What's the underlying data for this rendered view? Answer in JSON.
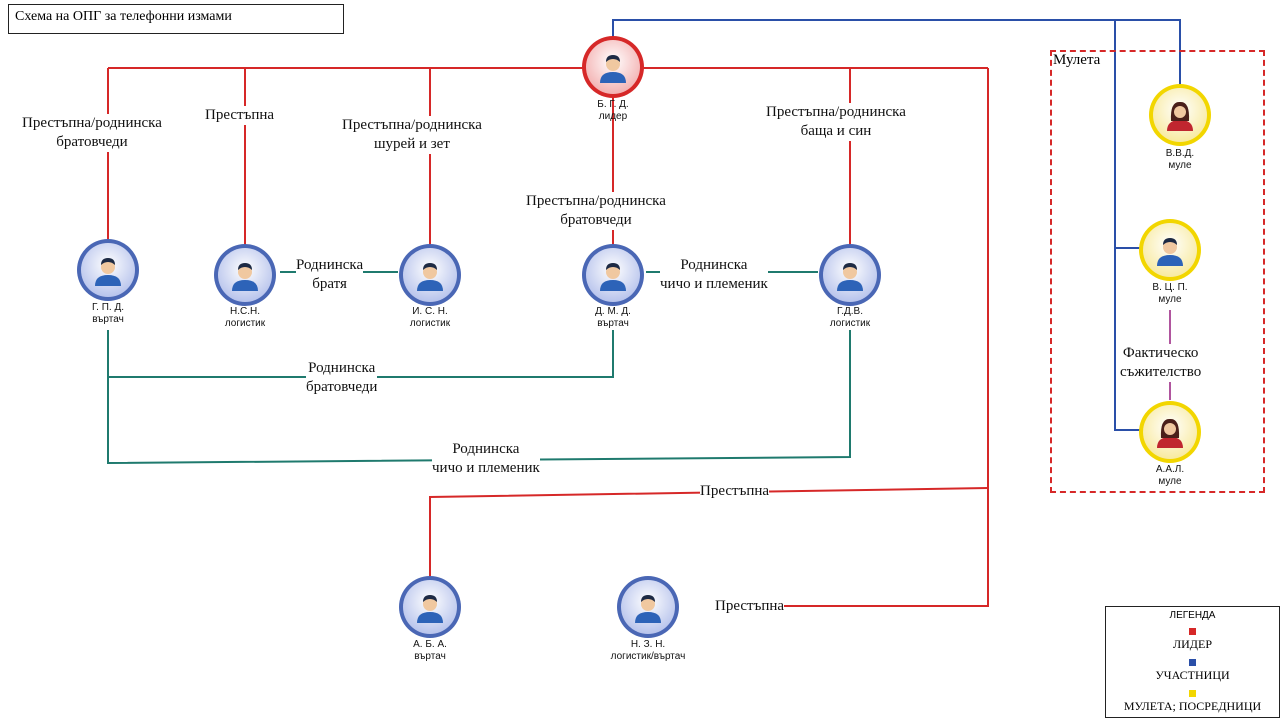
{
  "title": "Схема на ОПГ за телефонни измами",
  "mules_group_label": "Мулета",
  "nodes": {
    "bgd": {
      "name": "Б. Г. Д.",
      "role": "лидер"
    },
    "gpd": {
      "name": "Г. П. Д.",
      "role": "въртач"
    },
    "nsn": {
      "name": "Н.С.Н.",
      "role": "логистик"
    },
    "isn": {
      "name": "И. С. Н.",
      "role": "логистик"
    },
    "dmd": {
      "name": "Д. М. Д.",
      "role": "въртач"
    },
    "gdv": {
      "name": "Г.Д.В.",
      "role": "логистик"
    },
    "aba": {
      "name": "А. Б. А.",
      "role": "въртач"
    },
    "nzn": {
      "name": "Н. З. Н.",
      "role": "логистик/въртач"
    },
    "vvd": {
      "name": "В.В.Д.",
      "role": "муле"
    },
    "vcp": {
      "name": "В. Ц. П.",
      "role": "муле"
    },
    "aal": {
      "name": "А.А.Л.",
      "role": "муле"
    }
  },
  "links": {
    "bgd_gpd_1": "Престъпна/роднинска",
    "bgd_gpd_2": "братовчеди",
    "bgd_nsn": "Престъпна",
    "bgd_isn_1": "Престъпна/роднинска",
    "bgd_isn_2": "шурей и зет",
    "bgd_dmd_1": "Престъпна/роднинска",
    "bgd_dmd_2": "братовчеди",
    "bgd_gdv_1": "Престъпна/роднинска",
    "bgd_gdv_2": "баща и син",
    "nsn_isn_1": "Роднинска",
    "nsn_isn_2": "братя",
    "dmd_gdv_1": "Роднинска",
    "dmd_gdv_2": "чичо и племеник",
    "gpd_dmd_1": "Роднинска",
    "gpd_dmd_2": "братовчеди",
    "gpd_gdv_1": "Роднинска",
    "gpd_gdv_2": "чичо и племеник",
    "bgd_aba": "Престъпна",
    "bgd_nzn": "Престъпна",
    "vcp_aal_1": "Фактическо",
    "vcp_aal_2": "съжителство"
  },
  "legend": {
    "title": "ЛЕГЕНДА",
    "items": [
      {
        "label": "ЛИДЕР",
        "color": "#d62828"
      },
      {
        "label": "УЧАСТНИЦИ",
        "color": "#2a4fa8"
      },
      {
        "label": "МУЛЕТА; ПОСРЕДНИЦИ",
        "color": "#f2d600"
      }
    ]
  },
  "colors": {
    "criminal_link": "#d62828",
    "family_link": "#1f7a6e",
    "leader_to_mules": "#2a4fa8",
    "cohabitation_link": "#b0559e"
  }
}
